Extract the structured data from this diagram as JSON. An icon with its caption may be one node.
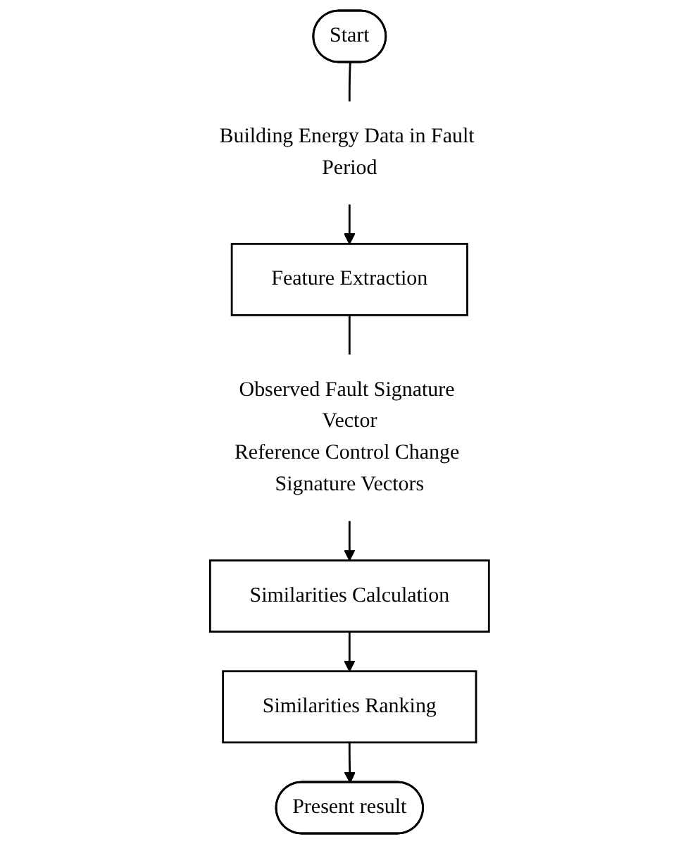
{
  "diagram": {
    "nodes": [
      {
        "text": [
          "Start"
        ]
      },
      {
        "text": [
          "Building Energy Data in Fault Period"
        ]
      },
      {
        "text": [
          "Feature Extraction"
        ]
      },
      {
        "text": [
          "Observed Fault Signature Vector",
          "Reference Control Change Signature Vectors"
        ]
      },
      {
        "text": [
          "Similarities Calculation"
        ]
      },
      {
        "text": [
          "Similarities Ranking"
        ]
      },
      {
        "text": [
          "Present result"
        ]
      }
    ],
    "edges": [
      {
        "from": 0,
        "to": 1,
        "arrow": "none"
      },
      {
        "from": 1,
        "to": 2,
        "arrow": "to"
      },
      {
        "from": 2,
        "to": 3,
        "arrow": "none"
      },
      {
        "from": 3,
        "to": 4,
        "arrow": "to"
      },
      {
        "from": 4,
        "to": 5,
        "arrow": "to"
      },
      {
        "from": 5,
        "to": 6,
        "arrow": "to"
      }
    ]
  }
}
